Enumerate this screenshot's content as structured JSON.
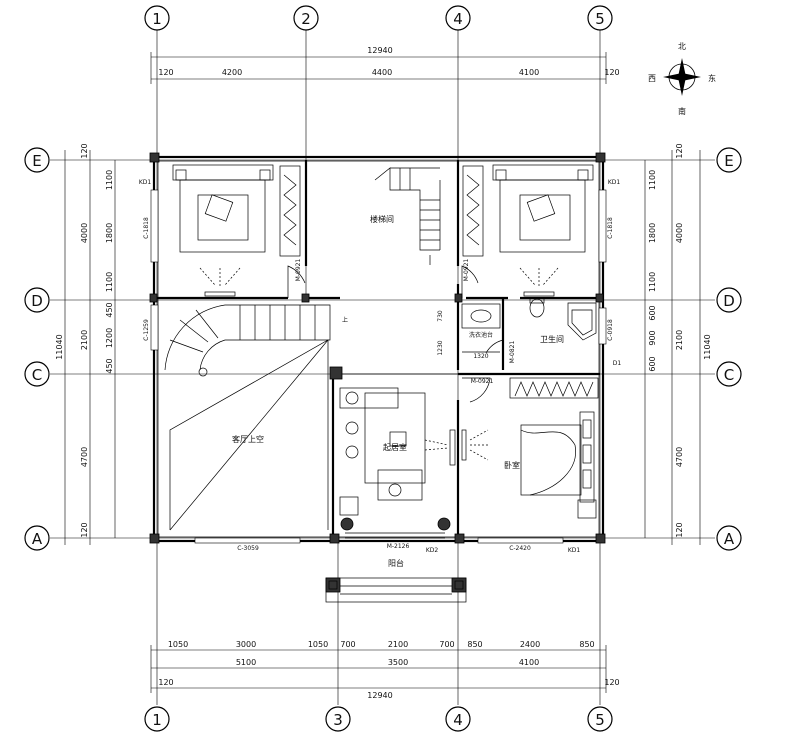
{
  "compass": {
    "north": "北",
    "south": "南",
    "east": "东",
    "west": "西"
  },
  "grid": {
    "top": [
      "1",
      "2",
      "4",
      "5"
    ],
    "bottom": [
      "1",
      "3",
      "4",
      "5"
    ],
    "left": [
      "E",
      "D",
      "C",
      "A"
    ],
    "right": [
      "E",
      "D",
      "C",
      "A"
    ]
  },
  "dims": {
    "top_total": "12940",
    "top_edge_left": "120",
    "top_edge_right": "120",
    "top_spans": [
      "4200",
      "4400",
      "4100"
    ],
    "bottom_detail": [
      "1050",
      "3000",
      "1050",
      "700",
      "2100",
      "700",
      "850",
      "2400",
      "850"
    ],
    "bottom_spans": [
      "5100",
      "3500",
      "4100"
    ],
    "bottom_total": "12940",
    "bottom_edge_left": "120",
    "bottom_edge_right": "120",
    "left_outer": [
      "120",
      "4000",
      "2100",
      "4700",
      "120"
    ],
    "left_total": "11040",
    "left_inner": [
      "1100",
      "1800",
      "1100",
      "450",
      "1200",
      "450"
    ],
    "right_outer": [
      "120",
      "4000",
      "2100",
      "4700",
      "120"
    ],
    "right_total": "11040",
    "right_inner": [
      "1100",
      "1800",
      "1100",
      "600",
      "900",
      "600"
    ]
  },
  "rooms": {
    "stair": "楼梯间",
    "void": "客厅上空",
    "study": "起居室",
    "bathroom": "卫生间",
    "bedroom_right": "卧室",
    "balcony": "阳台",
    "basin": "洗衣池台",
    "up_marker": "上"
  },
  "labels": {
    "kd1_left": "KD1",
    "kd1_right": "KD1",
    "kd1_bottom_right": "KD1",
    "kd2": "KD2",
    "d1": "D1",
    "window_left_top": "C-1818",
    "window_right_top": "C-1818",
    "window_left_mid": "C-1259",
    "window_bath": "C-0918",
    "window_bottom_left": "C-3059",
    "window_bottom_right": "C-2420",
    "door_left": "M-0921",
    "door_right": "M-0921",
    "door_bath": "M-0821",
    "door_mid": "M-0921",
    "door_balcony": "M-2126",
    "bath_w": "1320",
    "bath_h1": "730",
    "bath_h2": "1230"
  }
}
